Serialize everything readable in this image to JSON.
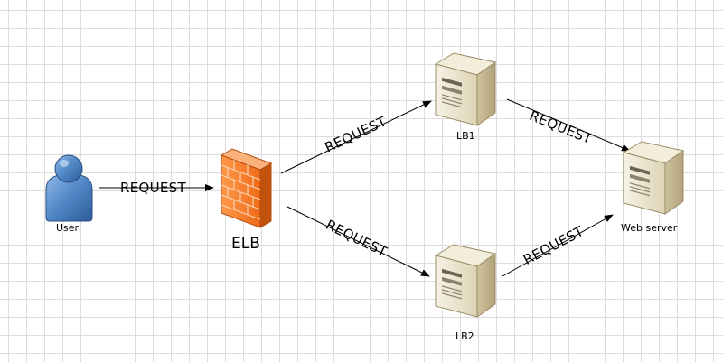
{
  "nodes": {
    "user": {
      "label": "User",
      "icon": "user-icon"
    },
    "elb": {
      "label": "ELB",
      "icon": "firewall-icon"
    },
    "lb1": {
      "label": "LB1",
      "icon": "server-icon"
    },
    "lb2": {
      "label": "LB2",
      "icon": "server-icon"
    },
    "web": {
      "label": "Web server",
      "icon": "server-icon"
    }
  },
  "edges": [
    {
      "from": "user",
      "to": "elb",
      "label": "REQUEST"
    },
    {
      "from": "elb",
      "to": "lb1",
      "label": "REQUEST"
    },
    {
      "from": "elb",
      "to": "lb2",
      "label": "REQUEST"
    },
    {
      "from": "lb1",
      "to": "web",
      "label": "REQUEST"
    },
    {
      "from": "lb2",
      "to": "web",
      "label": "REQUEST"
    }
  ],
  "colors": {
    "user_body": "#4f86c6",
    "firewall_front": "#f47c2a",
    "server_body": "#e8e0c8",
    "edge": "#000000"
  }
}
